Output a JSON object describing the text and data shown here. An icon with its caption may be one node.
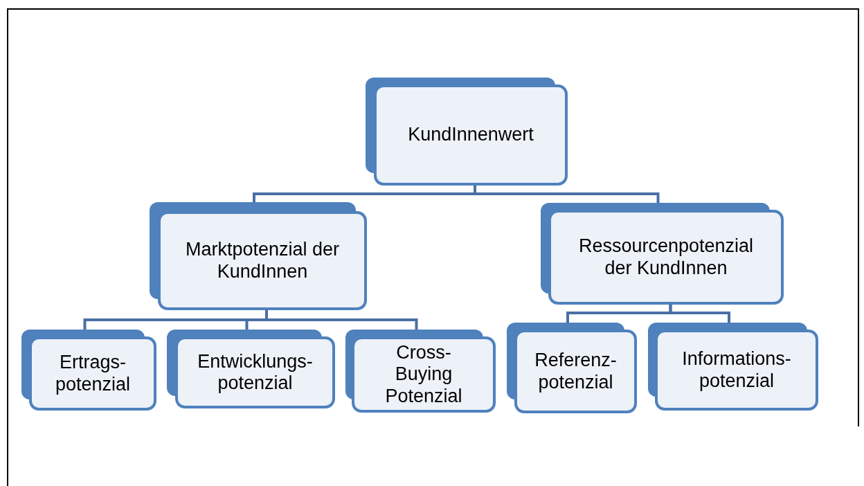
{
  "diagram": {
    "nodes": [
      {
        "text": [
          "KundInnenwert"
        ]
      },
      {
        "text": [
          "Marktpotenzial der KundInnen"
        ]
      },
      {
        "text": [
          "Ressourcenpotenzial der KundInnen"
        ]
      },
      {
        "text": [
          "Ertrags- potenzial"
        ]
      },
      {
        "text": [
          "Entwicklungs- potenzial"
        ]
      },
      {
        "text": [
          "Cross- Buying Potenzial"
        ]
      },
      {
        "text": [
          "Referenz- potenzial"
        ]
      },
      {
        "text": [
          "Informations- potenzial"
        ]
      }
    ],
    "edges": [
      {
        "from": 0,
        "to": 1,
        "arrow": "none"
      },
      {
        "from": 0,
        "to": 2,
        "arrow": "none"
      },
      {
        "from": 1,
        "to": 3,
        "arrow": "none"
      },
      {
        "from": 1,
        "to": 4,
        "arrow": "none"
      },
      {
        "from": 1,
        "to": 5,
        "arrow": "none"
      },
      {
        "from": 2,
        "to": 6,
        "arrow": "none"
      },
      {
        "from": 2,
        "to": 7,
        "arrow": "none"
      }
    ]
  }
}
